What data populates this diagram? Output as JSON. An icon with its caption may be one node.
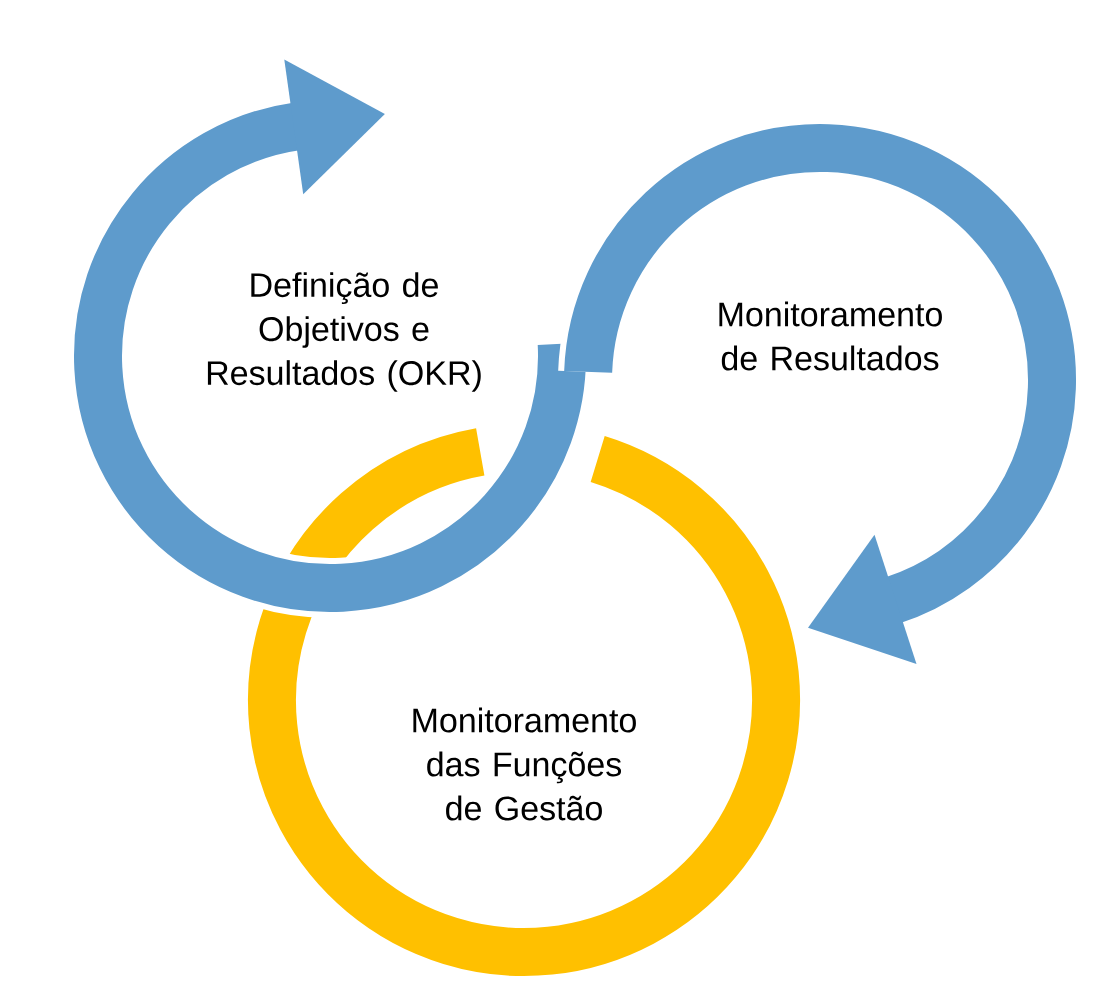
{
  "diagram": {
    "nodes": [
      {
        "text": [
          "Definição de Objetivos e Resultados (OKR)"
        ]
      },
      {
        "text": [
          "Monitoramento de Resultados"
        ]
      },
      {
        "text": [
          "Monitoramento das Funções de Gestão"
        ]
      }
    ]
  }
}
